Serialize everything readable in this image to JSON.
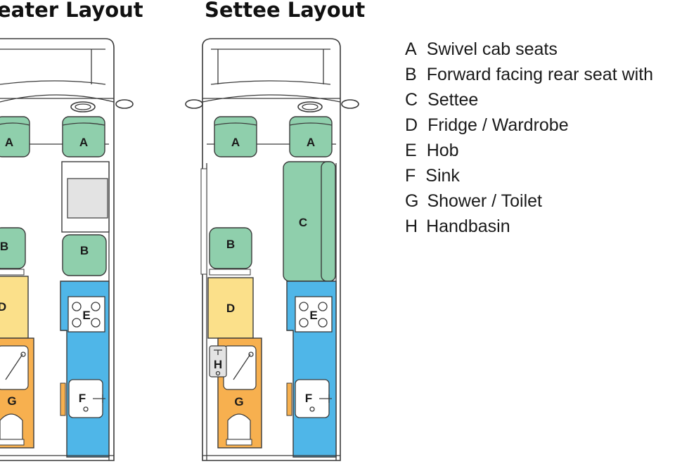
{
  "titles": {
    "left": "eater Layout",
    "right": "Settee Layout"
  },
  "labels": {
    "A": "A",
    "B": "B",
    "C": "C",
    "D": "D",
    "E": "E",
    "F": "F",
    "G": "G",
    "H": "H"
  },
  "legend": [
    {
      "key": "A",
      "text": "Swivel cab seats"
    },
    {
      "key": "B",
      "text": "Forward facing rear seat with"
    },
    {
      "key": "C",
      "text": "Settee"
    },
    {
      "key": "D",
      "text": "Fridge / Wardrobe"
    },
    {
      "key": "E",
      "text": "Hob"
    },
    {
      "key": "F",
      "text": "Sink"
    },
    {
      "key": "G",
      "text": "Shower / Toilet"
    },
    {
      "key": "H",
      "text": "Handbasin"
    }
  ],
  "colors": {
    "seat": "#8fcfac",
    "fridge": "#fbe08a",
    "kitchen": "#4fb6e8",
    "shower": "#f7b04f",
    "outline": "#3a3a3a"
  }
}
